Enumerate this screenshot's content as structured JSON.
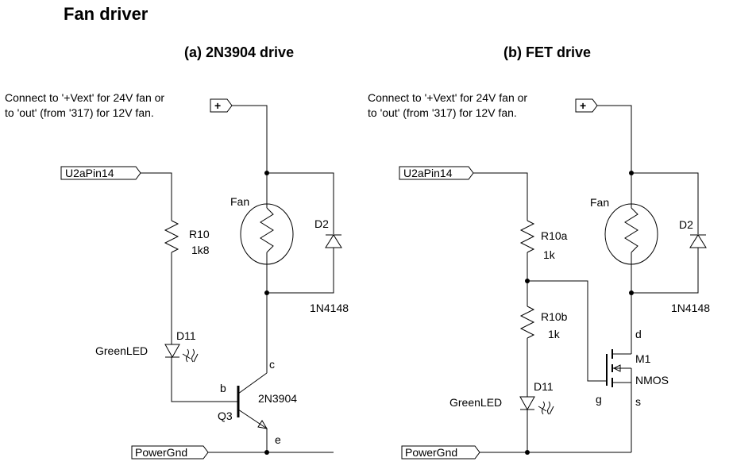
{
  "title": "Fan driver",
  "panel_a": {
    "heading": "(a) 2N3904 drive",
    "note_line1": "Connect to '+Vext' for 24V fan or",
    "note_line2": "to 'out' (from '317) for 12V fan.",
    "port_plus": "+",
    "port_input": "U2aPin14",
    "port_gnd": "PowerGnd",
    "fan_label": "Fan",
    "diode_label": "D2",
    "diode_part": "1N4148",
    "resistor_label": "R10",
    "resistor_value": "1k8",
    "led_label": "D11",
    "led_part": "GreenLED",
    "transistor_label": "Q3",
    "transistor_part": "2N3904",
    "pin_b": "b",
    "pin_c": "c",
    "pin_e": "e"
  },
  "panel_b": {
    "heading": "(b) FET drive",
    "note_line1": "Connect to '+Vext' for 24V fan or",
    "note_line2": "to 'out' (from '317) for 12V fan.",
    "port_plus": "+",
    "port_input": "U2aPin14",
    "port_gnd": "PowerGnd",
    "fan_label": "Fan",
    "diode_label": "D2",
    "diode_part": "1N4148",
    "resistor_a_label": "R10a",
    "resistor_a_value": "1k",
    "resistor_b_label": "R10b",
    "resistor_b_value": "1k",
    "led_label": "D11",
    "led_part": "GreenLED",
    "fet_label": "M1",
    "fet_part": "NMOS",
    "pin_d": "d",
    "pin_g": "g",
    "pin_s": "s"
  }
}
